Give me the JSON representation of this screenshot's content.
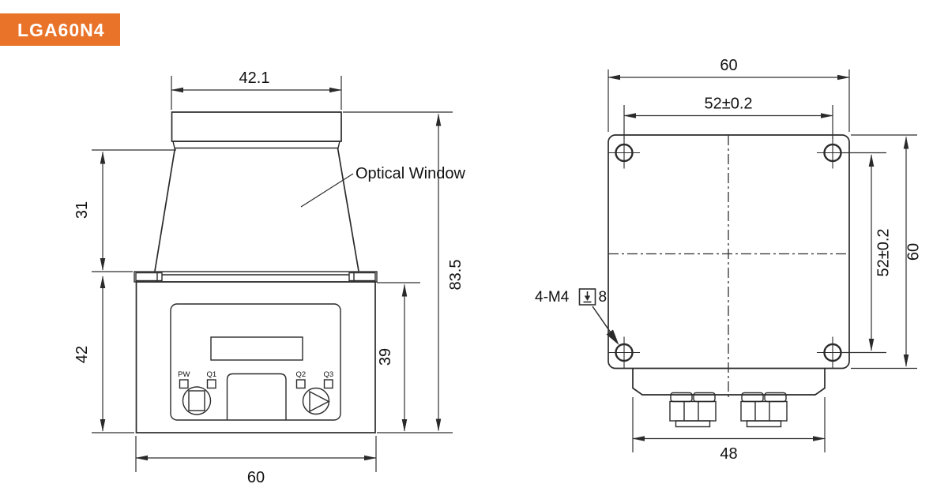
{
  "badge": {
    "label": "LGA60N4"
  },
  "colors": {
    "accent": "#E97329",
    "line": "#2A2A2A",
    "text": "#111111"
  },
  "front_view": {
    "labels": {
      "optical_window": "Optical Window"
    },
    "panel": {
      "led_labels": [
        "PW",
        "Q1",
        "Q2",
        "Q3"
      ]
    },
    "dimensions": {
      "cap_width": "42.1",
      "window_height": "31",
      "body_height": "42",
      "bottom_width": "60",
      "front_panel_height": "39",
      "total_height": "83.5"
    }
  },
  "back_view": {
    "dimensions": {
      "plate_width": "60",
      "hole_spacing_horizontal": "52±0.2",
      "hole_spacing_vertical": "52±0.2",
      "plate_height": "60",
      "gland_section_width": "48"
    },
    "annotations": {
      "thread_callout": "4-M4",
      "thread_depth": "8",
      "depth_icon": "boxed-down-arrow"
    }
  }
}
